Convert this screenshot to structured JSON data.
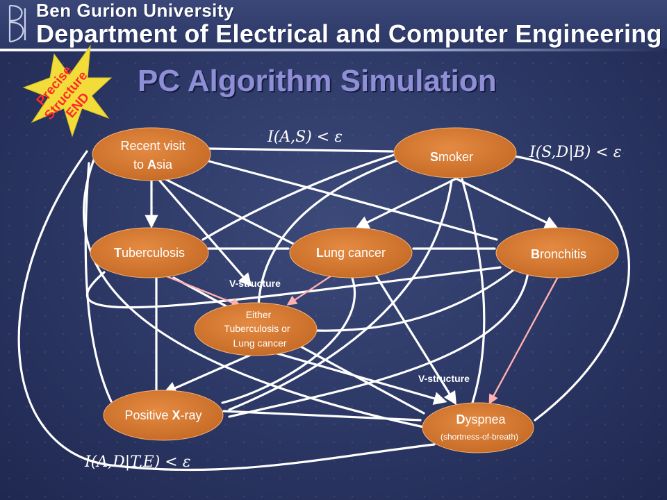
{
  "header": {
    "university": "Ben Gurion University",
    "department": "Department of  Electrical and Computer Engineering"
  },
  "slide": {
    "title": "PC Algorithm Simulation"
  },
  "badge": {
    "lines": [
      "Precise",
      "Structure",
      "END"
    ]
  },
  "colors": {
    "node_fill": "#d6782f",
    "edge": "#ffffff",
    "edge_red": "#ff9a9a",
    "title": "#8f8fd8",
    "badge": "#f2dc3a"
  },
  "nodes": {
    "asia": {
      "prefix": "Recent visit",
      "line2_pre": "to ",
      "line2_bold": "A",
      "line2_rest": "sia"
    },
    "smoker": {
      "bold": "S",
      "rest": "moker"
    },
    "tb": {
      "bold": "T",
      "rest": "uberculosis"
    },
    "lung": {
      "bold": "L",
      "rest": "ung cancer"
    },
    "bronch": {
      "bold": "B",
      "rest": "ronchitis"
    },
    "either": {
      "line1": "Either",
      "line2": "Tuberculosis or",
      "line3": "Lung cancer"
    },
    "xray": {
      "pre": "Positive ",
      "bold": "X",
      "rest": "-ray"
    },
    "dysp": {
      "bold": "D",
      "rest": "yspnea",
      "sub": "(shortness-of-breath)"
    }
  },
  "annotations": {
    "vstructure_1": "V-structure",
    "vstructure_2": "V-structure"
  },
  "formulas": {
    "as": "I(A,S) < ε",
    "sdb": "I(S,D|B) < ε",
    "adte": "I(A,D|T,E) < ε"
  }
}
